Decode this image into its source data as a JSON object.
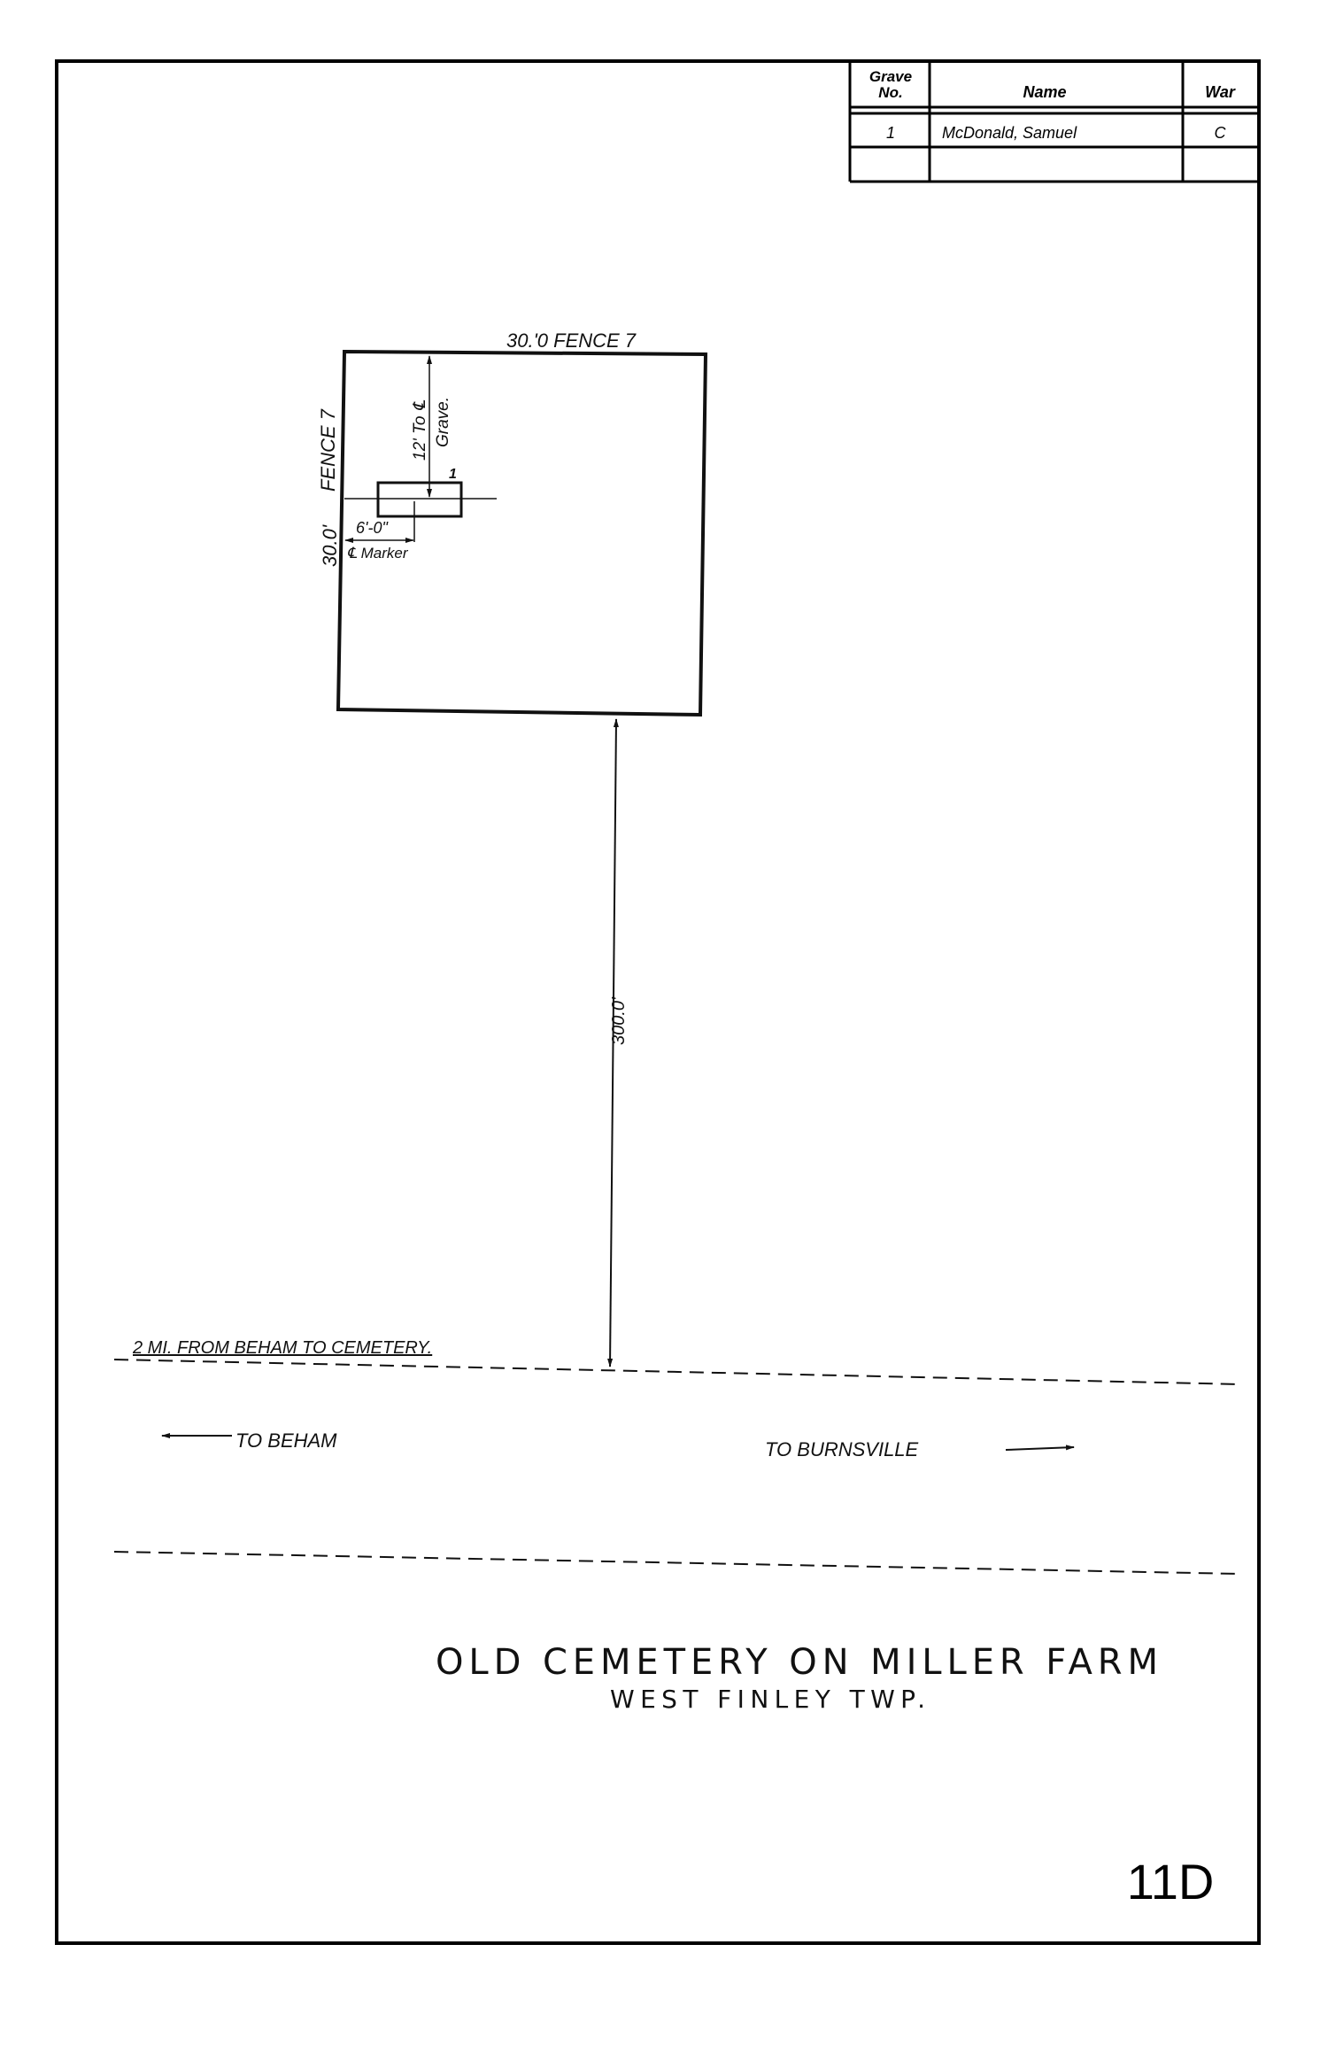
{
  "grave_table": {
    "headers": {
      "grave_no_line1": "Grave",
      "grave_no_line2": "No.",
      "name": "Name",
      "war": "War"
    },
    "rows": [
      {
        "grave_no": "1",
        "name": "McDonald, Samuel",
        "war": "C"
      },
      {
        "grave_no": "",
        "name": "",
        "war": ""
      }
    ]
  },
  "plot": {
    "top_fence_label": "30.'0  FENCE 7",
    "left_fence_label": "FENCE 7",
    "left_dimension": "30.0'",
    "grave_offset_label_1": "12' To ℄",
    "grave_offset_label_2": "Grave.",
    "grave_number": "1",
    "marker_offset": "6'-0\"",
    "marker_label": "℄ Marker",
    "distance_to_road": "300.0'"
  },
  "road": {
    "note": "2 MI. FROM BEHAM TO CEMETERY.",
    "left_direction": "TO BEHAM",
    "right_direction": "TO BURNSVILLE"
  },
  "title": {
    "main": "OLD CEMETERY ON MILLER FARM",
    "sub": "WEST FINLEY TWP."
  },
  "sheet_id": "11D"
}
